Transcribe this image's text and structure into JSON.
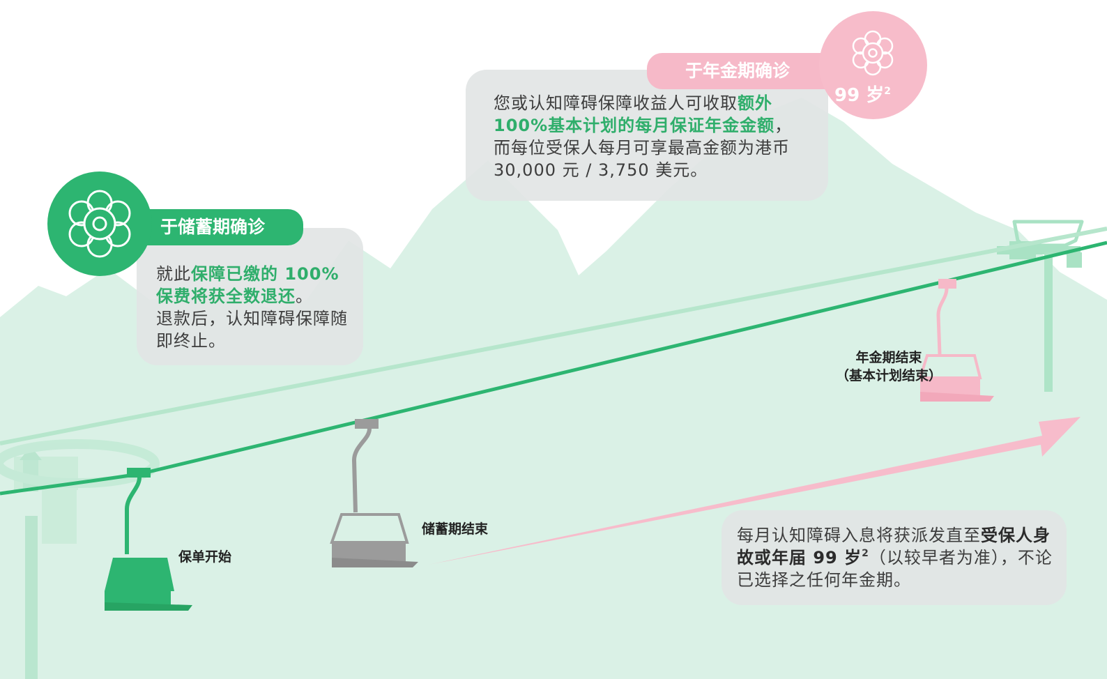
{
  "colors": {
    "green": "#2db571",
    "pink": "#f6b9c8",
    "mountain": "#d9f1e5",
    "bubble": "#e2e5e5",
    "grey_chair": "#9b9b9b"
  },
  "savings_diagnosis": {
    "tab_label": "于储蓄期确诊",
    "icon": "flower-gear-icon",
    "text_pre": "就此",
    "text_highlight": "保障已缴的 100% 保费将获全数退还",
    "text_mid": "。",
    "text_post": "退款后，认知障碍保障随即终止。"
  },
  "annuity_diagnosis": {
    "tab_label": "于年金期确诊",
    "icon": "flower-gear-icon",
    "age_label": "99 岁",
    "age_footnote": "2",
    "text_pre": "您或认知障碍保障收益人可收取",
    "text_highlight": "额外 100%基本计划的每月保证年金金额",
    "text_post": "，而每位受保人每月可享最高金额为港币 30,000 元 / 3,750 美元。"
  },
  "monthly_income": {
    "text_pre": "每月认知障碍入息将获派发直至",
    "text_bold": "受保人身故或年届 99 岁",
    "footnote": "2",
    "text_post": "（以较早者为准），不论已选择之任何年金期。"
  },
  "milestones": {
    "policy_start": "保单开始",
    "savings_end": "储蓄期结束",
    "annuity_end_line1": "年金期结束",
    "annuity_end_line2": "（基本计划结束）"
  }
}
